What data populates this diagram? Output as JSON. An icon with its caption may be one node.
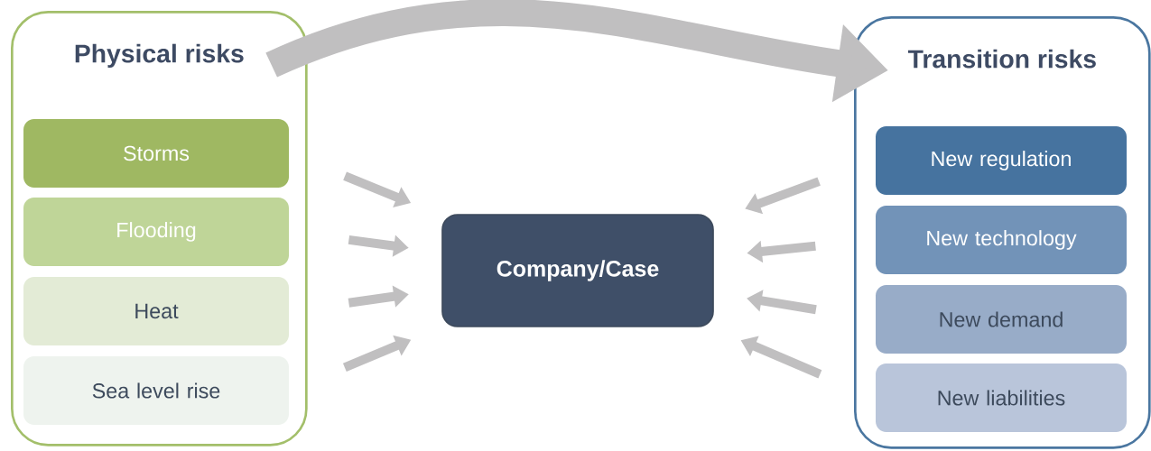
{
  "diagram": {
    "nodes": [
      {
        "text": [
          "Physical risks"
        ]
      },
      {
        "text": [
          "Storms"
        ],
        "in": 0
      },
      {
        "text": [
          "Flooding"
        ],
        "in": 0
      },
      {
        "text": [
          "Heat"
        ],
        "in": 0
      },
      {
        "text": [
          "Sea level rise"
        ],
        "in": 0
      },
      {
        "text": [
          "Company/Case"
        ]
      },
      {
        "text": [
          "Transition  risks"
        ]
      },
      {
        "text": [
          "New regulation"
        ],
        "in": 6
      },
      {
        "text": [
          "New technology"
        ],
        "in": 6
      },
      {
        "text": [
          "New demand"
        ],
        "in": 6
      },
      {
        "text": [
          "New liabilities"
        ],
        "in": 6
      }
    ],
    "edges": [
      {
        "from": 0,
        "to": 6,
        "arrow": "to",
        "style": "thick"
      },
      {
        "from": 1,
        "to": 5,
        "arrow": "to"
      },
      {
        "from": 2,
        "to": 5,
        "arrow": "to"
      },
      {
        "from": 3,
        "to": 5,
        "arrow": "to"
      },
      {
        "from": 4,
        "to": 5,
        "arrow": "to"
      },
      {
        "from": 7,
        "to": 5,
        "arrow": "to"
      },
      {
        "from": 8,
        "to": 5,
        "arrow": "to"
      },
      {
        "from": 9,
        "to": 5,
        "arrow": "to"
      },
      {
        "from": 10,
        "to": 5,
        "arrow": "to"
      }
    ]
  }
}
